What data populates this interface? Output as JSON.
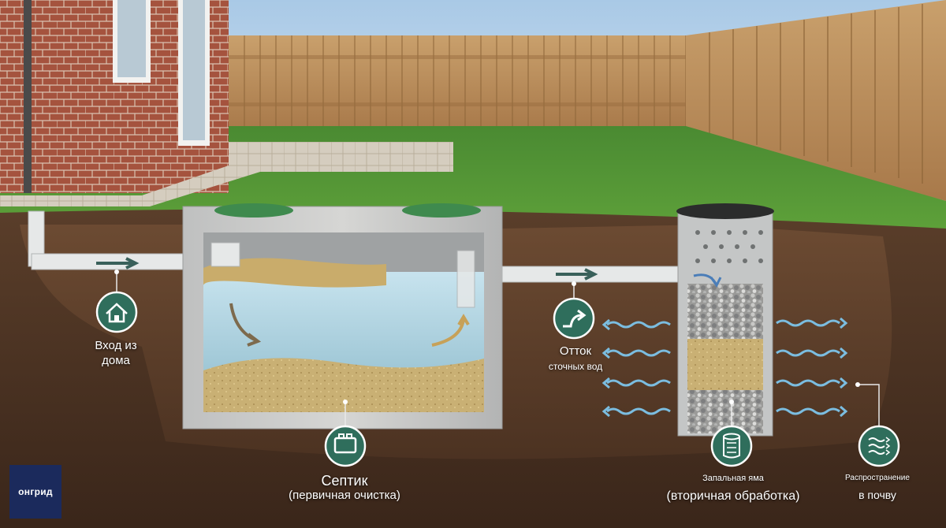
{
  "labels": {
    "inlet": "Вход из дома",
    "outflow_title": "Отток",
    "outflow_sub": "сточных вод",
    "septic_title": "Септик",
    "septic_sub": "(первичная очистка)",
    "pit_title": "Запальная яма",
    "pit_sub": "(вторичная обработка)",
    "spread_title": "Распространение",
    "spread_sub": "в почву"
  },
  "logo": "онгрид",
  "icons": {
    "inlet": "house-icon",
    "outflow": "pipe-outflow-icon",
    "septic": "septic-tank-icon",
    "pit": "filter-cylinder-icon",
    "spread": "waves-icon"
  },
  "colors": {
    "icon_circle": "#2f6e5c",
    "water": "#bcdde8",
    "flow_arrow": "#39605a",
    "wave": "#7bbde0"
  }
}
